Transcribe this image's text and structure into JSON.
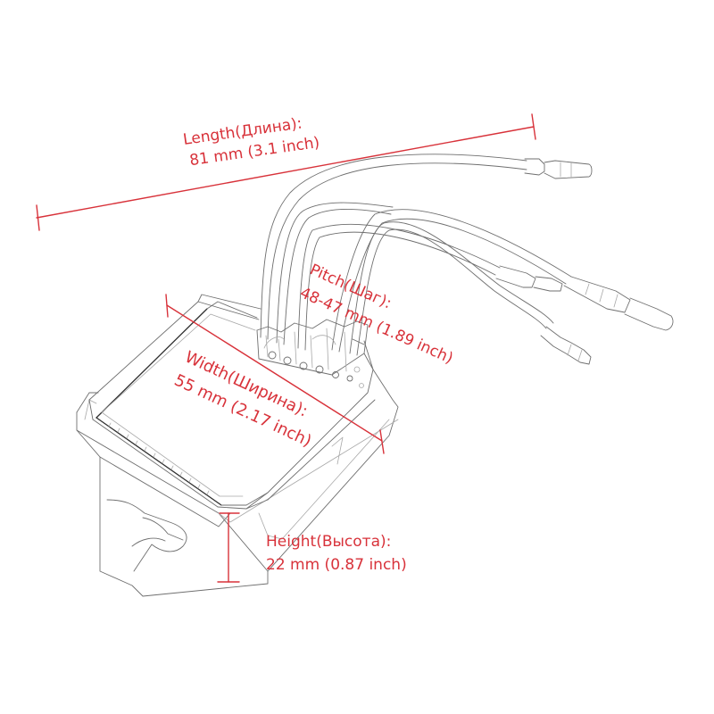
{
  "colors": {
    "dimension": "#d8323a",
    "sketch": "#6f6f6f",
    "background": "#ffffff"
  },
  "dimensions": {
    "length": {
      "title": "Length(Длина):",
      "value": "81 mm (3.1 inch)"
    },
    "pitch": {
      "title": "Pitch(Шаг):",
      "value": "48-47 mm (1.89 inch)"
    },
    "width": {
      "title": "Width(Ширина):",
      "value": "55 mm (2.17 inch)"
    },
    "height": {
      "title": "Height(Высота):",
      "value": "22 mm (0.87 inch)"
    }
  }
}
